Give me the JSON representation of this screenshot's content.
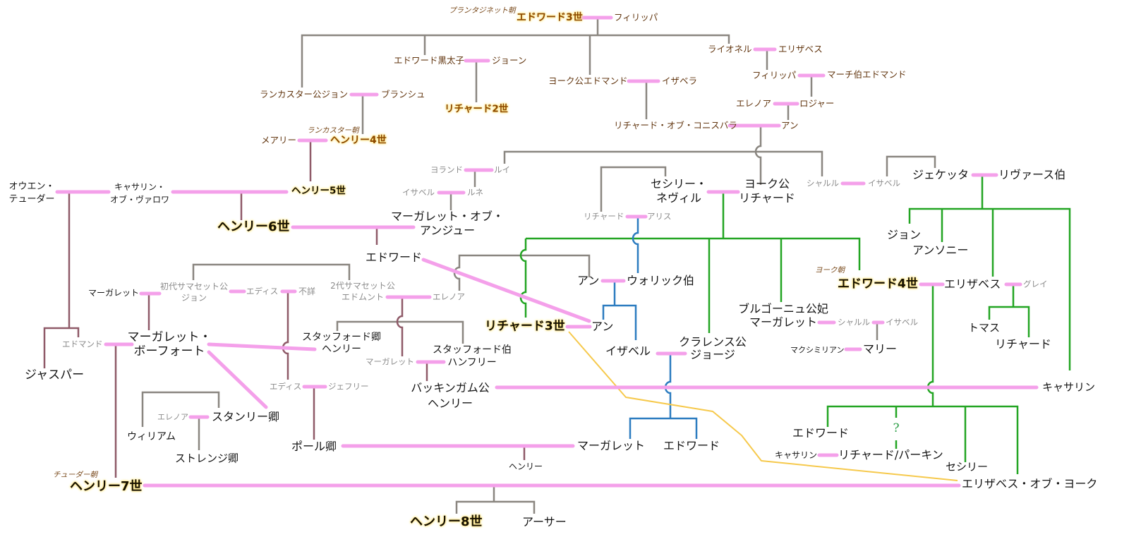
{
  "dynasties": {
    "plantagenet": "プランタジネット朝",
    "lancaster": "ランカスター朝",
    "york": "ヨーク朝",
    "tudor": "チューダー朝"
  },
  "people": {
    "edward3": {
      "name": "エドワード3世",
      "monarch": true,
      "dynasty": "plantagenet"
    },
    "philippa_hainault": {
      "name": "フィリッパ"
    },
    "black_prince": {
      "name": "エドワード黒太子"
    },
    "joan": {
      "name": "ジョーン"
    },
    "richard2": {
      "name": "リチャード2世",
      "monarch": true
    },
    "edmund_york": {
      "name": "ヨーク公エドマンド"
    },
    "isabella_castile": {
      "name": "イザベラ"
    },
    "lionel": {
      "name": "ライオネル"
    },
    "elizabeth_burgh": {
      "name": "エリザベス"
    },
    "philippa_clarence": {
      "name": "フィリッパ"
    },
    "edmund_march": {
      "name": "マーチ伯エドマンド"
    },
    "eleanor_holland": {
      "name": "エレノア"
    },
    "roger_mortimer": {
      "name": "ロジャー"
    },
    "richard_conisburgh": {
      "name": "リチャード・オブ・コニスバラ"
    },
    "anne_mortimer": {
      "name": "アン"
    },
    "john_gaunt": {
      "name": "ランカスター公ジョン"
    },
    "blanche": {
      "name": "ブランシュ"
    },
    "mary_bohun": {
      "name": "メアリー"
    },
    "henry4": {
      "name": "ヘンリー4世",
      "monarch": true,
      "dynasty": "lancaster"
    },
    "henry5": {
      "name": "ヘンリー5世",
      "monarch": true
    },
    "catherine_valois": {
      "name": "キャサリン・オブ・ヴァロワ",
      "lines": [
        "キャサリン・",
        "オブ・ヴァロワ"
      ]
    },
    "owen_tudor": {
      "name": "オウエン・テューダー",
      "lines": [
        "オウエン・",
        "テューダー"
      ]
    },
    "henry6": {
      "name": "ヘンリー6世",
      "monarch": true
    },
    "margaret_anjou": {
      "name": "マーガレット・オブ・アンジュー",
      "lines": [
        "マーガレット・オブ・",
        "アンジュー"
      ]
    },
    "yolande": {
      "name": "ヨランド"
    },
    "louis": {
      "name": "ルイ"
    },
    "isabel_lorraine": {
      "name": "イサベル"
    },
    "rene": {
      "name": "ルネ"
    },
    "edward_westminster": {
      "name": "エドワード"
    },
    "cecily_neville": {
      "name": "セシリー・ネヴィル",
      "lines": [
        "セシリー・",
        "ネヴィル"
      ]
    },
    "richard_york": {
      "name": "ヨーク公リチャード",
      "lines": [
        "ヨーク公",
        "リチャード"
      ]
    },
    "charles_upper": {
      "name": "シャルル"
    },
    "isabel_upper": {
      "name": "イサベル"
    },
    "jacquetta": {
      "name": "ジェケッタ"
    },
    "rivers": {
      "name": "リヴァース伯"
    },
    "richard_salisbury": {
      "name": "リチャード"
    },
    "alice": {
      "name": "アリス"
    },
    "john_woodville": {
      "name": "ジョン"
    },
    "anthony_woodville": {
      "name": "アンソニー"
    },
    "anne_beauchamp": {
      "name": "アン"
    },
    "warwick": {
      "name": "ウォリック伯"
    },
    "edward4": {
      "name": "エドワード4世",
      "monarch": true,
      "dynasty": "york"
    },
    "elizabeth_woodville": {
      "name": "エリザベス"
    },
    "grey": {
      "name": "グレイ"
    },
    "thomas_grey": {
      "name": "トマス"
    },
    "richard_grey": {
      "name": "リチャード"
    },
    "richard3": {
      "name": "リチャード3世",
      "monarch": true
    },
    "anne_neville": {
      "name": "アン"
    },
    "isabel_neville": {
      "name": "イザベル"
    },
    "george_clarence": {
      "name": "クラレンス公ジョージ",
      "lines": [
        "クラレンス公",
        "ジョージ"
      ]
    },
    "margaret_burgundy": {
      "name": "ブルゴーニュ公妃マーガレット",
      "lines": [
        "ブルゴーニュ公妃",
        "マーガレット"
      ]
    },
    "charles_bold": {
      "name": "シャルル"
    },
    "isabel_bourbon": {
      "name": "イサベル"
    },
    "maximilian": {
      "name": "マクシミリアン"
    },
    "mary_burgundy": {
      "name": "マリー"
    },
    "katherine_woodville": {
      "name": "キャサリン"
    },
    "henry_buckingham": {
      "name": "バッキンガム公ヘンリー",
      "lines": [
        "バッキンガム公",
        "ヘンリー"
      ]
    },
    "edward5": {
      "name": "エドワード"
    },
    "richard_perkin": {
      "name": "リチャード/パーキン"
    },
    "catherine_gordon": {
      "name": "キャサリン"
    },
    "cecily_york": {
      "name": "セシリー"
    },
    "elizabeth_york": {
      "name": "エリザベス・オブ・ヨーク"
    },
    "margaret_pole": {
      "name": "マーガレット"
    },
    "edward_warwick": {
      "name": "エドワード"
    },
    "henry_pole": {
      "name": "ヘンリー"
    },
    "richard_pole": {
      "name": "ポール卿"
    },
    "edith_2": {
      "name": "エディス"
    },
    "geoffrey": {
      "name": "ジェフリー"
    },
    "thomas_stanley": {
      "name": "スタンリー卿"
    },
    "eleanor_neville": {
      "name": "エレノア"
    },
    "william_stanley": {
      "name": "ウィリアム"
    },
    "george_strange": {
      "name": "ストレンジ卿"
    },
    "henry7": {
      "name": "ヘンリー7世",
      "monarch": true,
      "dynasty": "tudor"
    },
    "henry8": {
      "name": "ヘンリー8世",
      "monarch": true
    },
    "arthur": {
      "name": "アーサー"
    },
    "jasper": {
      "name": "ジャスパー"
    },
    "edmund_tudor": {
      "name": "エドマンド"
    },
    "margaret_beaufort": {
      "name": "マーガレット・ボーフォート",
      "lines": [
        "マーガレット・",
        "ボーフォート"
      ]
    },
    "margaret_beauchamp": {
      "name": "マーガレット"
    },
    "john_somerset": {
      "name": "初代サマセット公ジョン",
      "lines": [
        "初代サマセット公",
        "ジョン"
      ]
    },
    "edith_1": {
      "name": "エディス"
    },
    "unknown_parent": {
      "name": "不詳"
    },
    "edmund_somerset": {
      "name": "2代サマセット公エドムント",
      "lines": [
        "2代サマセット公",
        "エドムント"
      ]
    },
    "eleanor_beauchamp": {
      "name": "エレノア"
    },
    "henry_stafford": {
      "name": "スタッフォード卿ヘンリー",
      "lines": [
        "スタッフォード卿",
        "ヘンリー"
      ]
    },
    "humphrey_stafford": {
      "name": "スタッフォード伯ハンフリー",
      "lines": [
        "スタッフォード伯",
        "ハンフリー"
      ]
    },
    "margaret_somerset": {
      "name": "マーガレット"
    }
  },
  "symbols": {
    "uncertain_descent": "?"
  },
  "marriages": [
    [
      "edward3",
      "philippa_hainault"
    ],
    [
      "black_prince",
      "joan"
    ],
    [
      "lionel",
      "elizabeth_burgh"
    ],
    [
      "philippa_clarence",
      "edmund_march"
    ],
    [
      "eleanor_holland",
      "roger_mortimer"
    ],
    [
      "edmund_york",
      "isabella_castile"
    ],
    [
      "richard_conisburgh",
      "anne_mortimer"
    ],
    [
      "john_gaunt",
      "blanche"
    ],
    [
      "mary_bohun",
      "henry4"
    ],
    [
      "catherine_valois",
      "henry5"
    ],
    [
      "owen_tudor",
      "catherine_valois"
    ],
    [
      "henry6",
      "margaret_anjou"
    ],
    [
      "yolande",
      "louis"
    ],
    [
      "isabel_lorraine",
      "rene"
    ],
    [
      "cecily_neville",
      "richard_york"
    ],
    [
      "charles_upper",
      "isabel_upper"
    ],
    [
      "jacquetta",
      "rivers"
    ],
    [
      "richard_salisbury",
      "alice"
    ],
    [
      "anne_beauchamp",
      "warwick"
    ],
    [
      "edward_westminster",
      "anne_neville"
    ],
    [
      "richard3",
      "anne_neville"
    ],
    [
      "edward4",
      "elizabeth_woodville"
    ],
    [
      "elizabeth_woodville",
      "grey"
    ],
    [
      "margaret_burgundy",
      "charles_bold"
    ],
    [
      "charles_bold",
      "isabel_bourbon"
    ],
    [
      "maximilian",
      "mary_burgundy"
    ],
    [
      "isabel_neville",
      "george_clarence"
    ],
    [
      "margaret_beauchamp",
      "john_somerset"
    ],
    [
      "john_somerset",
      "edith_1"
    ],
    [
      "edith_1",
      "unknown_parent"
    ],
    [
      "edmund_tudor",
      "margaret_beaufort"
    ],
    [
      "margaret_beaufort",
      "henry_stafford"
    ],
    [
      "margaret_beaufort",
      "thomas_stanley"
    ],
    [
      "edmund_somerset",
      "eleanor_beauchamp"
    ],
    [
      "margaret_somerset",
      "humphrey_stafford"
    ],
    [
      "henry_buckingham",
      "katherine_woodville"
    ],
    [
      "eleanor_neville",
      "thomas_stanley"
    ],
    [
      "edith_2",
      "geoffrey"
    ],
    [
      "richard_pole",
      "margaret_pole"
    ],
    [
      "catherine_gordon",
      "richard_perkin"
    ],
    [
      "henry7",
      "elizabeth_york"
    ]
  ],
  "descents": [
    {
      "parents": [
        "edward3",
        "philippa_hainault"
      ],
      "children": [
        "john_gaunt",
        "black_prince",
        "edmund_york",
        "lionel"
      ]
    },
    {
      "parents": [
        "black_prince",
        "joan"
      ],
      "children": [
        "richard2"
      ]
    },
    {
      "parents": [
        "lionel",
        "elizabeth_burgh"
      ],
      "children": [
        "philippa_clarence"
      ]
    },
    {
      "parents": [
        "philippa_clarence",
        "edmund_march"
      ],
      "children": [
        "roger_mortimer"
      ]
    },
    {
      "parents": [
        "eleanor_holland",
        "roger_mortimer"
      ],
      "children": [
        "anne_mortimer"
      ]
    },
    {
      "parents": [
        "edmund_york",
        "isabella_castile"
      ],
      "children": [
        "richard_conisburgh"
      ]
    },
    {
      "parents": [
        "richard_conisburgh",
        "anne_mortimer"
      ],
      "children": [
        "richard_york"
      ]
    },
    {
      "parents": [
        "john_gaunt",
        "blanche"
      ],
      "children": [
        "henry4"
      ]
    },
    {
      "parents": [
        "mary_bohun",
        "henry4"
      ],
      "children": [
        "henry5"
      ]
    },
    {
      "parents": [
        "catherine_valois",
        "henry5"
      ],
      "children": [
        "henry6"
      ]
    },
    {
      "parents": [
        "owen_tudor",
        "catherine_valois"
      ],
      "children": [
        "edmund_tudor",
        "jasper"
      ]
    },
    {
      "parents": [
        "henry6",
        "margaret_anjou"
      ],
      "children": [
        "edward_westminster"
      ]
    },
    {
      "parents": [
        "yolande",
        "louis"
      ],
      "children": [
        "rene"
      ]
    },
    {
      "parents": [
        "isabel_lorraine",
        "rene"
      ],
      "children": [
        "margaret_anjou"
      ]
    },
    {
      "parents": [
        "cecily_neville",
        "richard_york"
      ],
      "children": [
        "richard3",
        "george_clarence",
        "margaret_burgundy",
        "edward4"
      ]
    },
    {
      "parents": [
        "jacquetta",
        "rivers"
      ],
      "children": [
        "john_woodville",
        "anthony_woodville",
        "elizabeth_woodville",
        "katherine_woodville"
      ]
    },
    {
      "parents": [
        "richard_salisbury",
        "alice"
      ],
      "children": [
        "warwick"
      ]
    },
    {
      "parents": [
        "anne_beauchamp",
        "warwick"
      ],
      "children": [
        "anne_neville",
        "isabel_neville"
      ]
    },
    {
      "parents": [
        "edward4",
        "elizabeth_woodville"
      ],
      "children": [
        "edward5",
        "richard_perkin",
        "cecily_york",
        "elizabeth_york"
      ]
    },
    {
      "parents": [
        "elizabeth_woodville",
        "grey"
      ],
      "children": [
        "thomas_grey",
        "richard_grey"
      ]
    },
    {
      "parents": [
        "charles_bold",
        "isabel_bourbon"
      ],
      "children": [
        "mary_burgundy"
      ]
    },
    {
      "parents": [
        "isabel_neville",
        "george_clarence"
      ],
      "children": [
        "margaret_pole",
        "edward_warwick"
      ]
    },
    {
      "parents": [
        "edmund_tudor",
        "margaret_beaufort"
      ],
      "children": [
        "henry7"
      ]
    },
    {
      "parents": [
        "margaret_beauchamp",
        "john_somerset"
      ],
      "children": [
        "margaret_beaufort"
      ]
    },
    {
      "parents": [
        "edith_1",
        "unknown_parent"
      ],
      "children": [
        "edith_2"
      ]
    },
    {
      "parents": [
        "edmund_somerset",
        "eleanor_beauchamp"
      ],
      "children": [
        "margaret_somerset"
      ]
    },
    {
      "parents": [
        "margaret_somerset",
        "humphrey_stafford"
      ],
      "children": [
        "henry_buckingham"
      ]
    },
    {
      "parents": [
        "edith_2",
        "geoffrey"
      ],
      "children": [
        "richard_pole"
      ]
    },
    {
      "parents": [
        "richard_pole",
        "margaret_pole"
      ],
      "children": [
        "henry_pole"
      ]
    },
    {
      "parents": [
        "henry7",
        "elizabeth_york"
      ],
      "children": [
        "henry8",
        "arthur"
      ]
    }
  ],
  "kinship_brackets": [
    [
      "louis",
      "charles_upper"
    ],
    [
      "richard_salisbury",
      "cecily_neville"
    ],
    [
      "isabel_upper",
      "jacquetta"
    ],
    [
      "john_somerset",
      "edmund_somerset"
    ],
    [
      "henry_stafford",
      "humphrey_stafford"
    ],
    [
      "eleanor_beauchamp",
      "anne_beauchamp"
    ],
    [
      "william_stanley",
      "thomas_stanley"
    ]
  ],
  "highlight_links": [
    [
      "richard3",
      "elizabeth_york"
    ]
  ],
  "line_colors": {
    "marriage": "#f4a0ea",
    "descent": "#8a8680",
    "lancaster": "#8f5a68",
    "york": "#23a523",
    "neville": "#2c7cc0",
    "highlight": "#f6c94c",
    "unknown": "#2a9d45"
  }
}
